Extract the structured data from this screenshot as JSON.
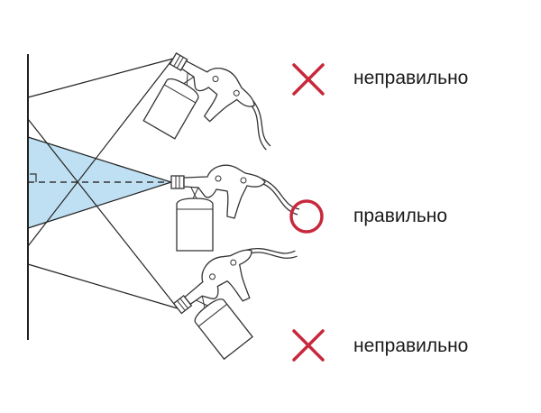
{
  "labels": {
    "top": "неправильно",
    "middle": "правильно",
    "bottom": "неправильно"
  },
  "marks": {
    "top": "cross-icon",
    "middle": "circle-icon",
    "bottom": "cross-icon"
  },
  "colors": {
    "mark": "#c8283c",
    "spray": "#bfe0f2",
    "line": "#222222"
  }
}
